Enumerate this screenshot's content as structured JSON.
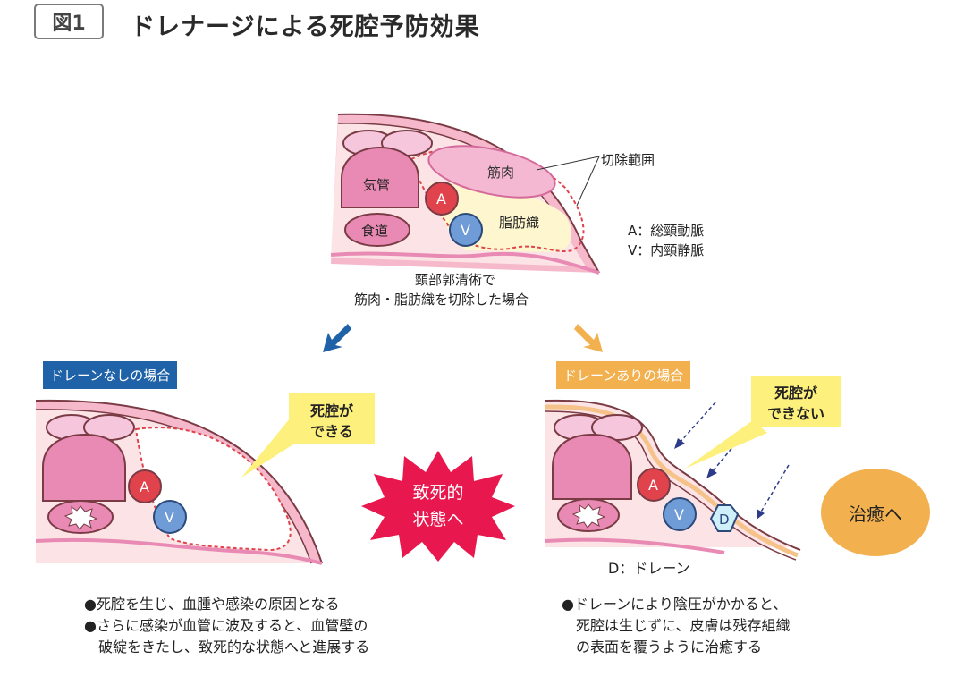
{
  "header": {
    "figure_label": "図1",
    "title": "ドレナージによる死腔予防効果"
  },
  "top": {
    "labels": {
      "trachea": "気管",
      "esophagus": "食道",
      "muscle": "筋肉",
      "fat": "脂肪織",
      "artery": "A",
      "vein": "V",
      "resection_range": "切除範囲"
    },
    "legend": {
      "a": "A：総頸動脈",
      "v": "V：内頸静脈"
    },
    "caption": {
      "line1": "頸部郭清術で",
      "line2": "筋肉・脂肪織を切除した場合"
    }
  },
  "left": {
    "tag": "ドレーンなしの場合",
    "callout": {
      "line1": "死腔が",
      "line2": "できる"
    },
    "burst": {
      "line1": "致死的",
      "line2": "状態へ"
    },
    "artery": "A",
    "vein": "V",
    "bullets": [
      "●死腔を生じ、血腫や感染の原因となる",
      "●さらに感染が血管に波及すると、血管壁の",
      "　破綻をきたし、致死的な状態へと進展する"
    ]
  },
  "right": {
    "tag": "ドレーンありの場合",
    "callout": {
      "line1": "死腔が",
      "line2": "できない"
    },
    "result": "治癒へ",
    "artery": "A",
    "vein": "V",
    "drain": "D",
    "drain_legend": "D：ドレーン",
    "bullets": [
      "●ドレーンにより陰圧がかかると、",
      "　死腔は生じずに、皮膚は残存組織",
      "　の表面を覆うように治癒する"
    ]
  },
  "colors": {
    "pink": "#e98ab4",
    "skin": "#fbe3e6",
    "fat": "#fdf6cf",
    "artery": "#e0434b",
    "vein": "#6f9bd6",
    "burst": "#e8174e",
    "blue_tag": "#1f62a8",
    "orange_tag": "#f2b04f",
    "heal": "#f2b04f",
    "callout": "#fdf07c"
  }
}
